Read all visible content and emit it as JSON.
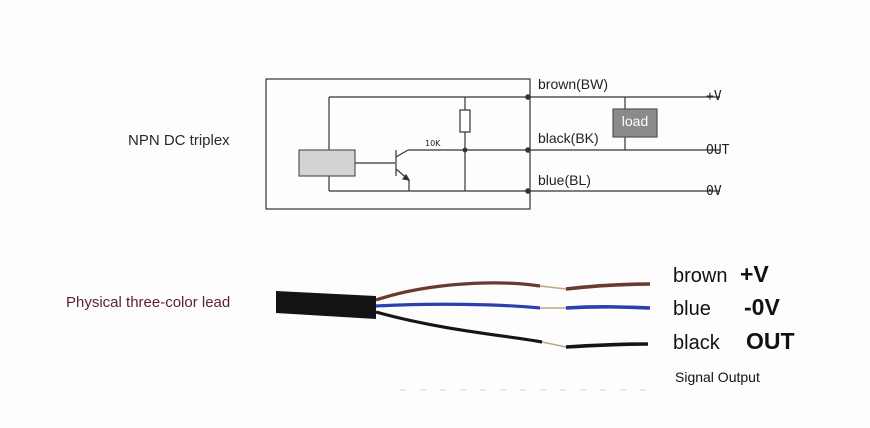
{
  "schematic": {
    "title": "NPN DC triplex",
    "resistor_label": "10K",
    "load_label": "load",
    "wires": [
      {
        "label": "brown(BW)",
        "terminal": "+V"
      },
      {
        "label": "black(BK)",
        "terminal": "OUT"
      },
      {
        "label": "blue(BL)",
        "terminal": "0V"
      }
    ]
  },
  "photo": {
    "lead_label": "Physical three-color lead",
    "cables": [
      {
        "word": "brown",
        "function": "+V",
        "color": "#6b3a2e"
      },
      {
        "word": "blue",
        "function": "-0V",
        "color": "#2b3fae"
      },
      {
        "word": "black",
        "function": "OUT",
        "color": "#151515"
      }
    ],
    "signal_note": "Signal Output"
  }
}
